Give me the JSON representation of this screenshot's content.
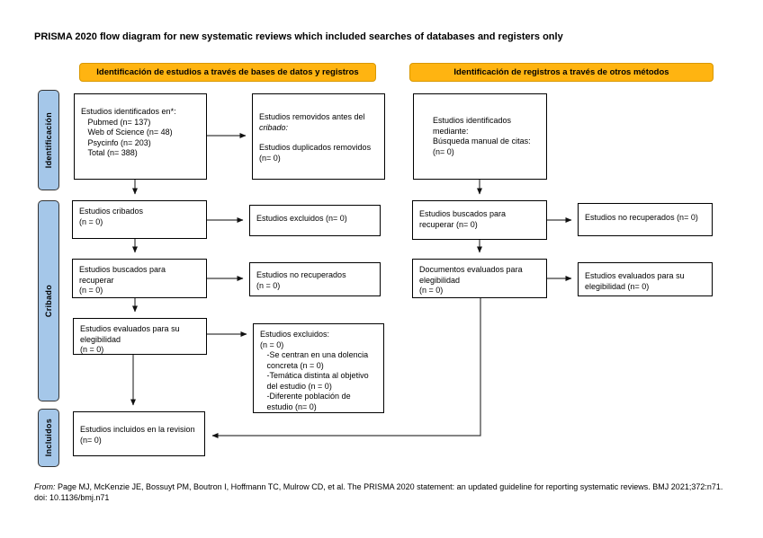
{
  "page": {
    "title": "PRISMA 2020 flow diagram for new systematic reviews which included searches of databases and registers only",
    "footer": {
      "prefix": "From:",
      "line1": "  Page MJ, McKenzie JE, Bossuyt PM, Boutron I, Hoffmann TC, Mulrow CD, et al. The PRISMA 2020 statement: an updated guideline for reporting systematic reviews. BMJ 2021;372:n71.",
      "line2": "doi: 10.1136/bmj.n71"
    }
  },
  "colors": {
    "header_fill": "#FFB411",
    "header_border": "#D99800",
    "stage_fill": "#A5C7E9",
    "stage_border": "#333333",
    "box_border": "#000000",
    "arrow": "#3a3a3a"
  },
  "headers": {
    "left": "Identificación de estudios a través de bases de datos y registros",
    "right": "Identificación de registros a través de otros métodos"
  },
  "stages": {
    "identification": "Identificación",
    "screening": "Cribado",
    "included": "Incluidos"
  },
  "boxes": {
    "identified_databases": {
      "lines": [
        "Estudios identificados en*:",
        "   Pubmed (n= 137)",
        "   Web of Science (n= 48)",
        "   Psycinfo (n= 203)",
        "   Total (n= 388)"
      ]
    },
    "removed_before_screening": {
      "intro": "Estudios removidos antes del",
      "italic": "cribado:",
      "body": [
        "Estudios duplicados removidos",
        "(n= 0)"
      ]
    },
    "identified_other": {
      "lines": [
        "Estudios identificados",
        "mediante:",
        "Búsqueda manual de citas:",
        "(n= 0)"
      ]
    },
    "screened": {
      "lines": [
        "Estudios cribados",
        "(n = 0)"
      ]
    },
    "excluded_screening": {
      "lines": [
        "Estudios excluidos (n= 0)"
      ]
    },
    "sought_left": {
      "lines": [
        "Estudios buscados para",
        "recuperar",
        "(n = 0)"
      ]
    },
    "not_retrieved_left": {
      "lines": [
        "Estudios no recuperados",
        "(n = 0)"
      ]
    },
    "assessed_left": {
      "lines": [
        "Estudios evaluados para su",
        "elegibilidad",
        "(n = 0)"
      ]
    },
    "excluded_reasons": {
      "lines": [
        "Estudios excluidos:",
        "(n = 0)",
        "   -Se centran en una dolencia",
        "   concreta (n = 0)",
        "   -Temática distinta al objetivo",
        "   del estudio (n = 0)",
        "   -Diferente población de",
        "   estudio (n= 0)"
      ]
    },
    "sought_right": {
      "lines": [
        "Estudios buscados para",
        "recuperar (n= 0)"
      ]
    },
    "not_retrieved_right": {
      "lines": [
        "Estudios no recuperados (n= 0)"
      ]
    },
    "docs_assessed": {
      "lines": [
        "Documentos evaluados para",
        "elegibilidad",
        "(n = 0)"
      ]
    },
    "assessed_right_excluded": {
      "lines": [
        "Estudios evaluados para su",
        "elegibilidad (n= 0)"
      ]
    },
    "included_review": {
      "lines": [
        "Estudios incluidos en la revision",
        "(n= 0)"
      ]
    }
  }
}
